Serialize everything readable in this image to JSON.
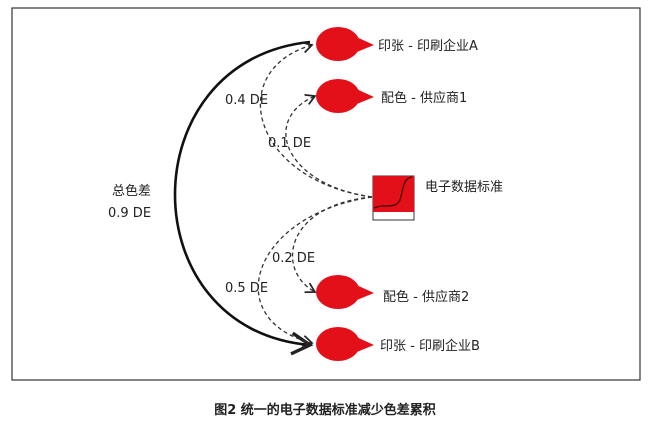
{
  "nodes": {
    "paper_a": "印张 - 印刷企业A",
    "ink_1": "配色 -  供应商1",
    "standard": "电子数据标准",
    "ink_2": "配色 -  供应商2",
    "paper_b": "印张 - 印刷企业B"
  },
  "edges": {
    "total_label": "总色差",
    "total_value": "0.9 DE",
    "to_a": "0.4 DE",
    "to_1": "0.1 DE",
    "to_2": "0.2 DE",
    "to_b": "0.5 DE"
  },
  "caption": "图2 统一的电子数据标准减少色差累积",
  "colors": {
    "blob": "#e3101a",
    "line": "#222222"
  }
}
